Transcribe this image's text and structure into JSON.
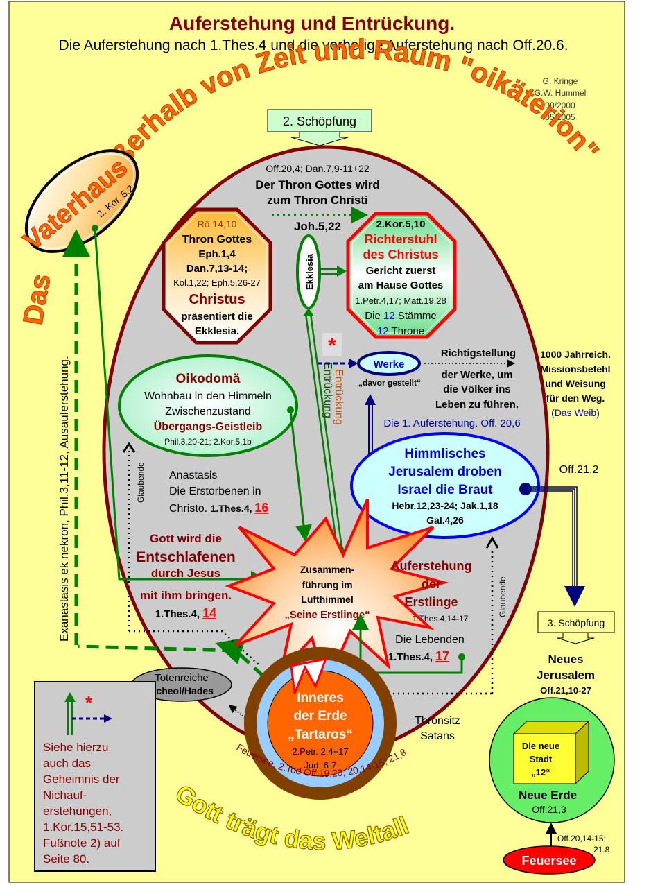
{
  "header": {
    "title": "Auferstehung und Entrückung.",
    "subtitle": "Die Auferstehung nach 1.Thes.4 und die vorherige Auferstehung nach Off.20.6.",
    "authors": [
      "G. Kringe",
      "G.W. Hummel",
      "08/2000",
      "05/2005"
    ]
  },
  "arcs": {
    "top": "außerhalb von Zeit und Raum \"oikäterion\"",
    "left": "Das",
    "bottom": "Gott trägt das Weltall"
  },
  "vaterhaus": {
    "label": "Vaterhaus",
    "ref": "2. Kor. 5,2"
  },
  "left_vertical": "Exanastasis ek nekron, Phil.3,11-12, Ausauferstehung.",
  "schoepfung2": "2. Schöpfung",
  "throne_header": {
    "ref": "Off.20,4; Dan.7,9-11+22",
    "line1": "Der Thron Gottes wird",
    "line2": "zum Thron Christi",
    "joh": "Joh.5,22"
  },
  "thron_gottes": {
    "ref": "Rö.14,10",
    "title": "Thron Gottes",
    "l1": "Eph.1,4",
    "l2": "Dan.7,13-14;",
    "l3": "Kol.1,22; Eph.5,26-27",
    "christus": "Christus",
    "l4": "präsentiert die",
    "l5": "Ekklesia."
  },
  "ekklesia": "Ekklesia",
  "richterstuhl": {
    "ref": "2.Kor.5,10",
    "t1": "Richterstuhl",
    "t2": "des Christus",
    "l1": "Gericht zuerst",
    "l2": "am Hause Gottes",
    "l3": "1.Petr.4,17; Matt.19,28",
    "l4a": "Die ",
    "l4n": "12",
    "l4b": " Stämme",
    "l5n": "12",
    "l5b": " Throne"
  },
  "asterisk": "*",
  "werke": {
    "label": "Werke",
    "sub": "„davor gestellt“"
  },
  "richtigstellung": [
    "Richtigstellung",
    "der Werke, um",
    "die Völker ins",
    "Leben zu führen."
  ],
  "entrueckung": {
    "a": "Entrückung",
    "b": "Entrückung"
  },
  "jahrreich": [
    "1000 Jahrreich.",
    "Missionsbefehl",
    "und Weisung",
    "für den Weg."
  ],
  "das_weib": "(Das Weib)",
  "erste_auferstehung": "Die 1. Auferstehung. Off. 20,6",
  "oikodomae": {
    "title": "Oikodomä",
    "l1": "Wohnbau in den Himmeln",
    "l2": "Zwischenzustand",
    "l3": "Übergangs-Geistleib",
    "l4": "Phil.3,20-21; 2.Kor.5,1b"
  },
  "jerusalem": {
    "l1": "Himmlisches",
    "l2": "Jerusalem droben",
    "l3": "Israel die Braut",
    "l4": "Hebr.12,23-24; Jak.1,18",
    "l5": "Gal.4,26"
  },
  "off212": "Off.21,2",
  "glaubende": "Glaubende",
  "anastasis": {
    "l1": "Anastasis",
    "l2": "Die Erstorbenen in",
    "l3": "Christo. ",
    "ref": "1.Thes.4, ",
    "num": "16"
  },
  "gott_wird": {
    "l1": "Gott wird die",
    "l2": "Entschlafenen",
    "l3": "durch Jesus",
    "l4": "mit ihm bringen.",
    "ref": "1.Thes.4, ",
    "num": "14"
  },
  "star": {
    "l1": "Zusammen-",
    "l2": "führung im",
    "l3": "Lufthimmel",
    "l4": "„Seine Erstlinge“"
  },
  "erstlinge": {
    "l1": "Auferstehung",
    "l2": "der",
    "l3": "Erstlinge",
    "ref": "1.Thes.4,14-17",
    "l4": "Die  Lebenden",
    "ref2": "1.Thes.4, ",
    "num": "17"
  },
  "schoepfung3": "3. Schöpfung",
  "neues_jerusalem": {
    "l1": "Neues",
    "l2": "Jerusalem",
    "ref": "Off.21,10-27"
  },
  "totenreiche": {
    "l1": "Totenreiche",
    "l2": "Scheol/Hades"
  },
  "tartaros": {
    "l1": "Inneres",
    "l2": "der Erde",
    "l3": "„Tartaros“",
    "l4": "2.Petr. 2,4+17",
    "l5": "Jud. 6-7"
  },
  "thronsitz": {
    "l1": "Thronsitz",
    "l2": "Satans"
  },
  "feuersee_arc": "Feuersee, 2.Tod Off.19,20; 20,14-15; 21,8",
  "note": [
    "Siehe hierzu",
    "auch das",
    "Geheimnis der",
    "Nichauf-",
    "erstehungen,",
    "1.Kor.15,51-53.",
    "Fußnote 2) auf",
    "Seite 80."
  ],
  "neue_erde": {
    "stadt1": "Die neue",
    "stadt2": "Stadt",
    "stadt3": "„12“",
    "title": "Neue Erde",
    "ref": "Off.21,3"
  },
  "feuersee": {
    "label": "Feuersee",
    "ref1": "Off.20,14-15;",
    "ref2": "21.8"
  },
  "colors": {
    "background": "#ffff99",
    "maroon": "#800000",
    "orange": "#ff6600",
    "green": "#008000",
    "navy": "#000080",
    "blue": "#0000ff",
    "red": "#ff0000",
    "grey": "#cccccc"
  }
}
